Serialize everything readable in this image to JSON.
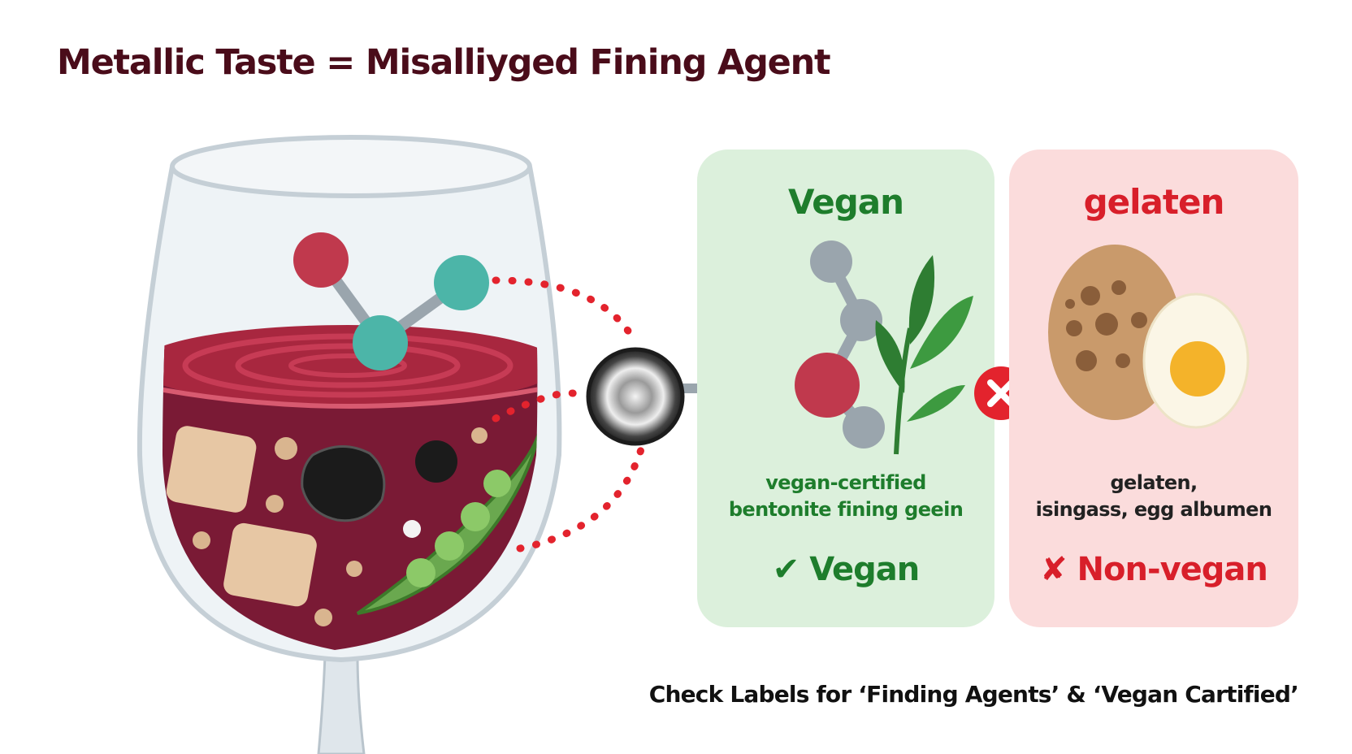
{
  "title": "Metallic Taste = Misalliyged Fining Agent",
  "colors": {
    "title": "#4a0c1a",
    "wine": "#7a1a35",
    "vegan_panel": "#dcf0dc",
    "vegan_text": "#1e7d2c",
    "nonvegan_panel": "#fbdcdc",
    "nonvegan_text": "#d81f2a"
  },
  "vegan_card": {
    "heading": "Vegan",
    "description_line1": "vegan-certified",
    "description_line2": "bentonite fining geein",
    "verdict_icon": "check-icon",
    "verdict_check": "✔",
    "verdict_label": "Vegan"
  },
  "nonvegan_card": {
    "heading": "gelaten",
    "description_line1": "gelaten,",
    "description_line2": "isingass, egg albumen",
    "verdict_icon": "cross-icon",
    "verdict_cross": "✘",
    "verdict_label": "Non-vegan"
  },
  "separator_icon": "x-circle-icon",
  "footer": "Check Labels for ‘Finding Agents’ & ‘Vegan Cartified’",
  "icons": [
    "wine-glass-icon",
    "molecule-icon",
    "metal-disc-icon",
    "leaf-icon",
    "egg-icon",
    "pea-pod-icon"
  ]
}
